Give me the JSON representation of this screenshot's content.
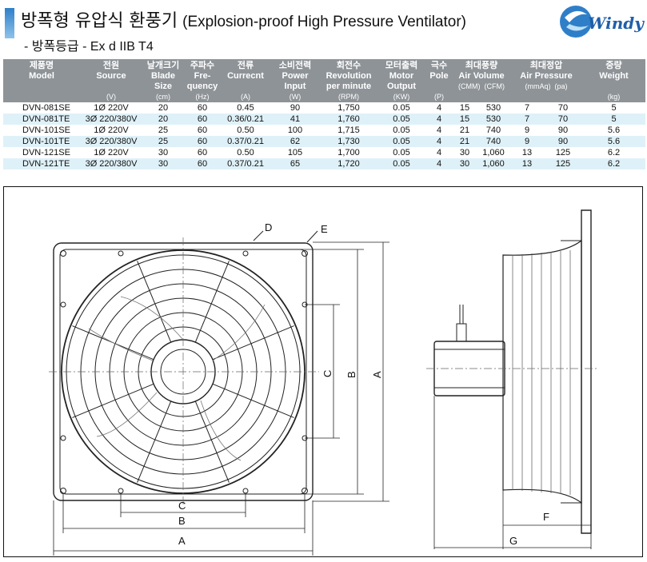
{
  "header": {
    "title_ko": "방폭형 유압식 환풍기",
    "title_en": "(Explosion-proof High Pressure Ventilator)",
    "subtitle": "- 방폭등급 - Ex d IIB T4",
    "logo_text": "Windy",
    "accent_color": "#2f7fc8"
  },
  "table": {
    "columns": [
      {
        "ko": "제품명",
        "en": "Model",
        "unit": ""
      },
      {
        "ko": "전원",
        "en": "Source",
        "unit": "(V)"
      },
      {
        "ko": "날개크기",
        "en": "Blade Size",
        "unit": "(cm)"
      },
      {
        "ko": "주파수",
        "en": "Fre- quency",
        "unit": "(Hz)"
      },
      {
        "ko": "전류",
        "en": "Currecnt",
        "unit": "(A)"
      },
      {
        "ko": "소비전력",
        "en": "Power Input",
        "unit": "(W)"
      },
      {
        "ko": "회전수",
        "en": "Revolution per minute",
        "unit": "(RPM)"
      },
      {
        "ko": "모터출력",
        "en": "Motor Output",
        "unit": "(KW)"
      },
      {
        "ko": "극수",
        "en": "Pole",
        "unit": "(P)"
      },
      {
        "ko": "최대풍량",
        "en": "Air Volume",
        "unit": "(CMM)",
        "unit2": "(CFM)"
      },
      {
        "ko": "최대정압",
        "en": "Air Pressure",
        "unit": "(mmAq)",
        "unit2": "(pa)"
      },
      {
        "ko": "중량",
        "en": "Weight",
        "unit": "(kg)"
      }
    ],
    "rows": [
      [
        "DVN-081SE",
        "1Ø 220V",
        "20",
        "60",
        "0.45",
        "90",
        "1,750",
        "0.05",
        "4",
        "15",
        "530",
        "7",
        "70",
        "5"
      ],
      [
        "DVN-081TE",
        "3Ø 220/380V",
        "20",
        "60",
        "0.36/0.21",
        "41",
        "1,760",
        "0.05",
        "4",
        "15",
        "530",
        "7",
        "70",
        "5"
      ],
      [
        "DVN-101SE",
        "1Ø 220V",
        "25",
        "60",
        "0.50",
        "100",
        "1,715",
        "0.05",
        "4",
        "21",
        "740",
        "9",
        "90",
        "5.6"
      ],
      [
        "DVN-101TE",
        "3Ø 220/380V",
        "25",
        "60",
        "0.37/0.21",
        "62",
        "1,730",
        "0.05",
        "4",
        "21",
        "740",
        "9",
        "90",
        "5.6"
      ],
      [
        "DVN-121SE",
        "1Ø 220V",
        "30",
        "60",
        "0.50",
        "105",
        "1,700",
        "0.05",
        "4",
        "30",
        "1,060",
        "13",
        "125",
        "6.2"
      ],
      [
        "DVN-121TE",
        "3Ø 220/380V",
        "30",
        "60",
        "0.37/0.21",
        "65",
        "1,720",
        "0.05",
        "4",
        "30",
        "1,060",
        "13",
        "125",
        "6.2"
      ]
    ],
    "header_bg": "#8e9397",
    "stripe_bg": "#dff1f8"
  },
  "drawing": {
    "labels": {
      "a": "A",
      "b": "B",
      "c": "C",
      "d": "D",
      "e": "E",
      "f": "F",
      "g": "G"
    }
  }
}
